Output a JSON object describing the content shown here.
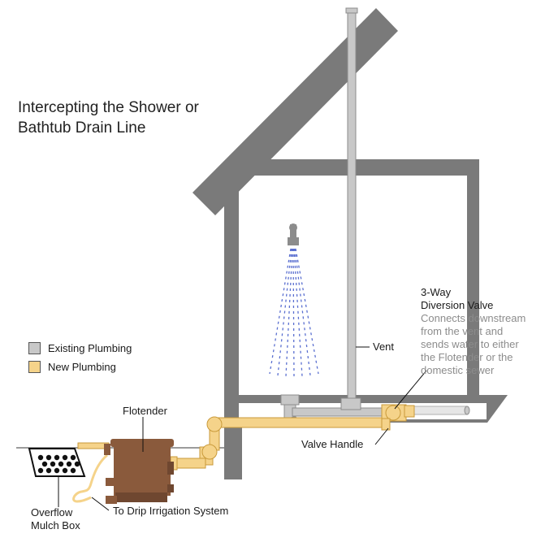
{
  "title": {
    "line1": "Intercepting the Shower or",
    "line2": "Bathtub Drain Line"
  },
  "legend": [
    {
      "label": "Existing Plumbing",
      "color": "#c8c8c8"
    },
    {
      "label": "New Plumbing",
      "color": "#f5d38a"
    }
  ],
  "labels": {
    "vent": "Vent",
    "flotender": "Flotender",
    "valve_handle": "Valve Handle",
    "drip": "To Drip Irrigation System",
    "mulch_line1": "Overflow",
    "mulch_line2": "Mulch Box",
    "valve_title1": "3-Way",
    "valve_title2": "Diversion Valve",
    "valve_desc": [
      "Connects downstream",
      "from the vent and",
      "sends water to either",
      "the Flotender or the",
      "domestic sewer"
    ]
  },
  "colors": {
    "structure": "#7a7a7a",
    "existing_pipe": "#c8c8c8",
    "new_pipe": "#f5d38a",
    "tank": "#8a5a3c",
    "water_spray": "#5a6fd0"
  }
}
